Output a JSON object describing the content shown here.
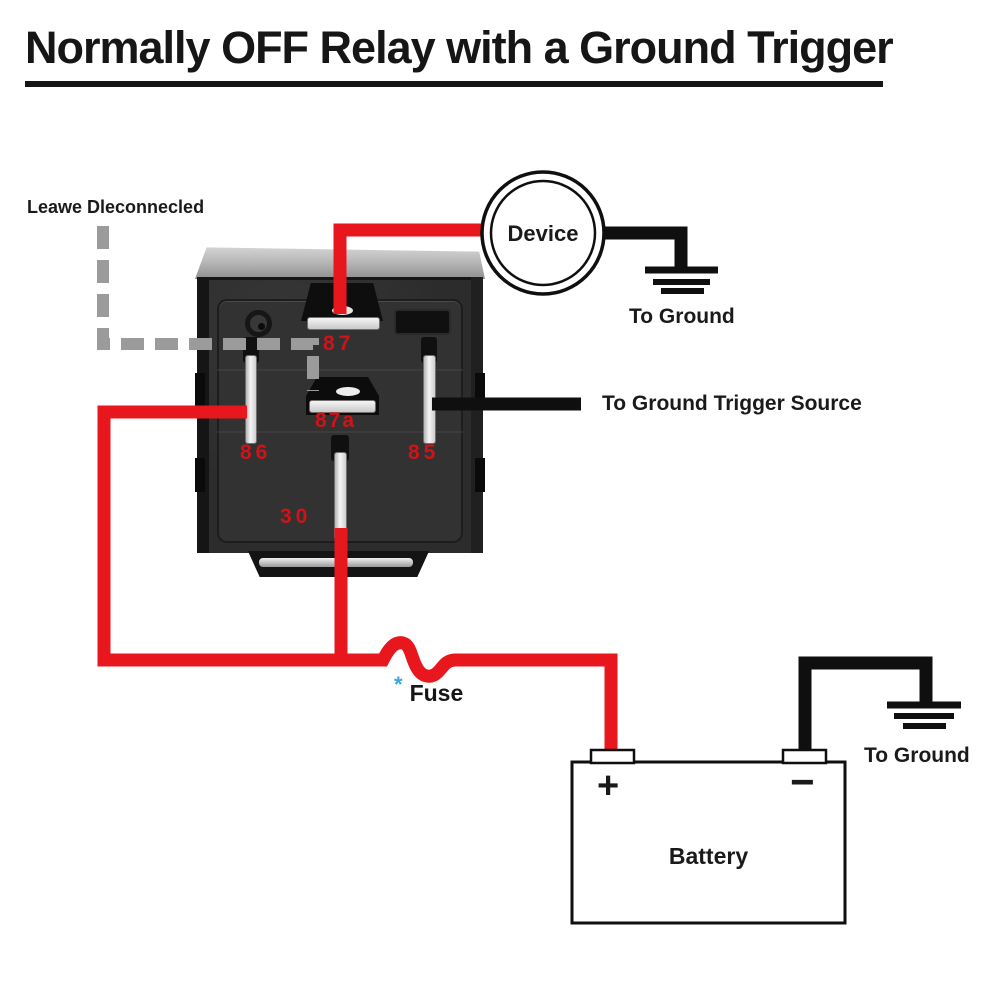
{
  "title": "Normally OFF Relay with a Ground Trigger",
  "colors": {
    "wire-red": "#e8161d",
    "wire-black": "#0f0f0f",
    "dash-gray": "#9b9b9b",
    "pin-label-red": "#cf1318",
    "asterisk-blue": "#3aa8dc"
  },
  "annotations": {
    "leave_disconnected": "Leawe Dleconnecled",
    "device": "Device",
    "to_ground_top": "To Ground",
    "to_ground_trigger": "To Ground Trigger Source",
    "fuse_asterisk": "*",
    "fuse": "Fuse",
    "to_ground_bottom": "To Ground"
  },
  "relay": {
    "pins": [
      {
        "label": "87"
      },
      {
        "label": "87a"
      },
      {
        "label": "86"
      },
      {
        "label": "85"
      },
      {
        "label": "30"
      }
    ]
  },
  "battery": {
    "label": "Battery",
    "positive": "+",
    "negative": "−"
  }
}
